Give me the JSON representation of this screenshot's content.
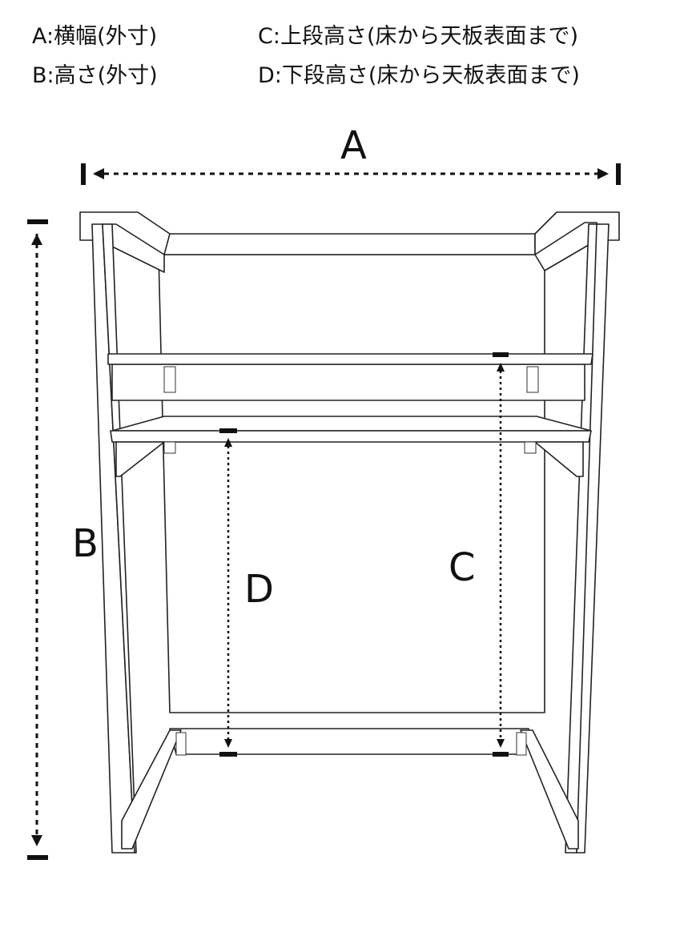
{
  "legend": {
    "a": "A:横幅(外寸)",
    "b": "B:高さ(外寸)",
    "c": "C:上段高さ(床から天板表面まで)",
    "d": "D:下段高さ(床から天板表面まで)"
  },
  "dimensions": {
    "a": "A",
    "b": "B",
    "c": "C",
    "d": "D"
  },
  "colors": {
    "line": "#222222",
    "background": "#ffffff"
  }
}
